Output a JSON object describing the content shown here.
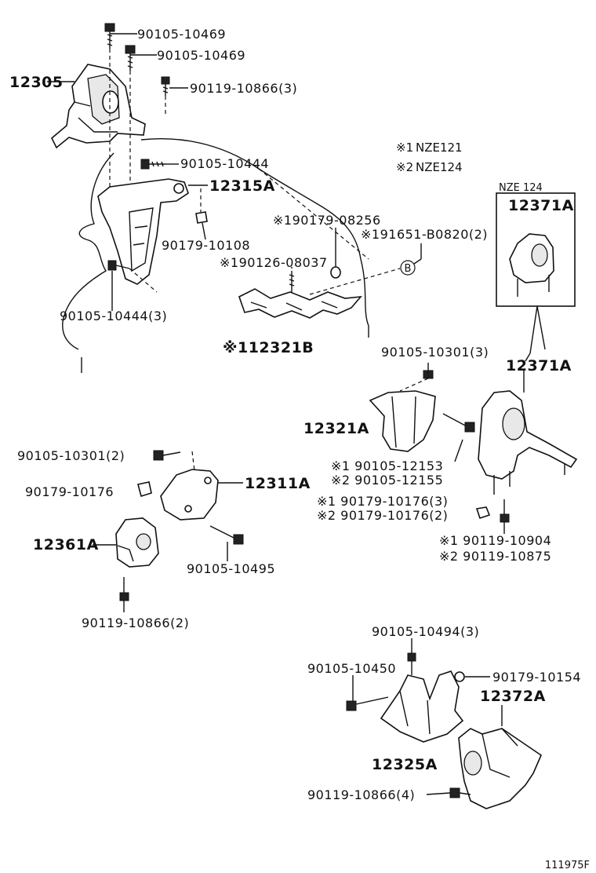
{
  "notes": {
    "n1_mark": "※1",
    "n1_model": "NZE121",
    "n2_mark": "※2",
    "n2_model": "NZE124"
  },
  "inset_title": "NZE 124",
  "callout_b": "B",
  "figure_code": "111975F",
  "labels": {
    "l01": "90105-10469",
    "l02": "90105-10469",
    "l03": "12305",
    "l04": "90119-10866(3)",
    "l05": "90105-10444",
    "l06": "12315A",
    "l07": "90179-10108",
    "l08": "※190179-08256",
    "l09": "※191651-B0820(2)",
    "l10": "※190126-08037",
    "l11": "90105-10444(3)",
    "l12": "※112321B",
    "l13": "12371A",
    "l14": "90105-10301(3)",
    "l15": "12371A",
    "l16": "12321A",
    "l17": "90105-10301(2)",
    "l18": "90179-10176",
    "l19": "12311A",
    "l20": "※1 90105-12153",
    "l21": "※2 90105-12155",
    "l22": "※1 90179-10176(3)",
    "l23": "※2 90179-10176(2)",
    "l24": "12361A",
    "l25": "90105-10495",
    "l26": "※1 90119-10904",
    "l27": "※2 90119-10875",
    "l28": "90119-10866(2)",
    "l29": "90105-10494(3)",
    "l30": "90105-10450",
    "l31": "90179-10154",
    "l32": "12372A",
    "l33": "12325A",
    "l34": "90119-10866(4)"
  }
}
